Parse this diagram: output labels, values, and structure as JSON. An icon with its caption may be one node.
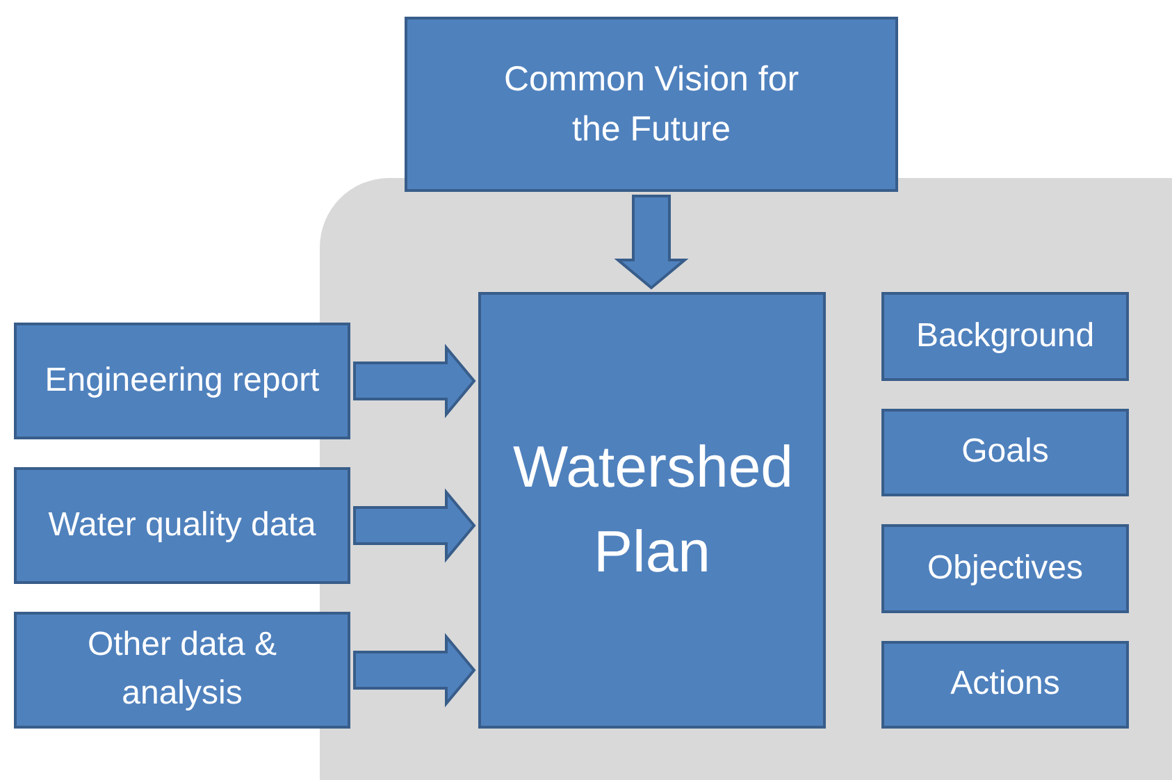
{
  "diagram": {
    "nodes": [
      {
        "text": [
          "Common Vision for the Future"
        ]
      },
      {
        "text": [
          "Engineering report"
        ]
      },
      {
        "text": [
          "Water quality data"
        ]
      },
      {
        "text": [
          "Other data & analysis"
        ]
      },
      {
        "text": [
          "Watershed Plan"
        ]
      },
      {
        "text": [
          "Background"
        ]
      },
      {
        "text": [
          "Goals"
        ]
      },
      {
        "text": [
          "Objectives"
        ]
      },
      {
        "text": [
          "Actions"
        ]
      }
    ],
    "edges": [
      {
        "from": 0,
        "to": 4,
        "arrow": "to"
      },
      {
        "from": 1,
        "to": 4,
        "arrow": "to"
      },
      {
        "from": 2,
        "to": 4,
        "arrow": "to"
      },
      {
        "from": 3,
        "to": 4,
        "arrow": "to"
      }
    ]
  }
}
